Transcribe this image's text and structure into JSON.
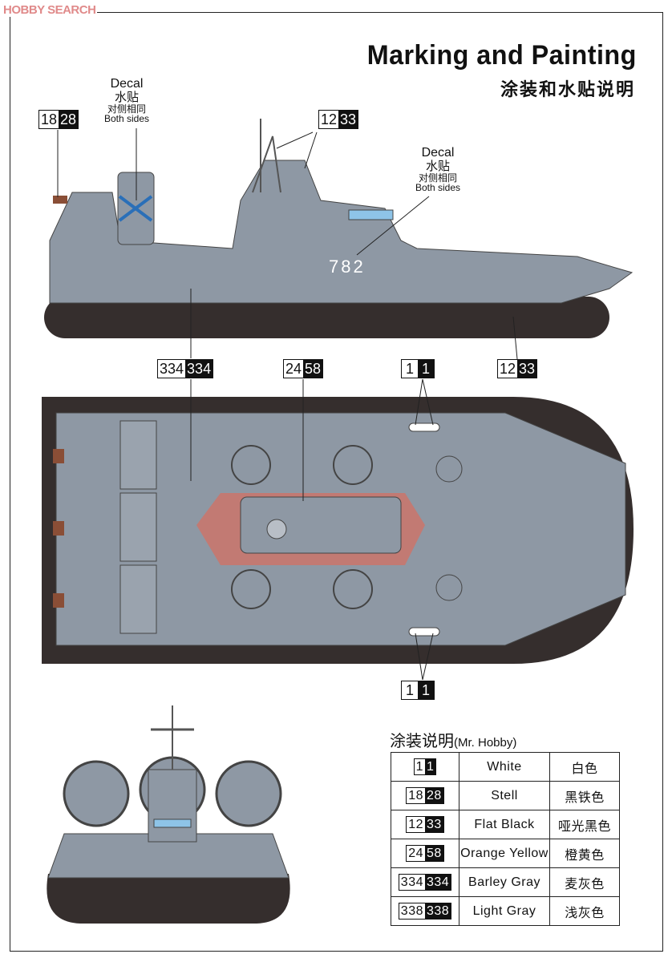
{
  "watermark": "HOBBY SEARCH",
  "title": "Marking and Painting",
  "subtitle": "涂装和水贴说明",
  "side_view": {
    "hull_number": "782",
    "callouts": {
      "stern": {
        "white": "18",
        "black": "28"
      },
      "mast": {
        "white": "12",
        "black": "33"
      },
      "hull": {
        "white": "334",
        "black": "334"
      },
      "deck": {
        "white": "24",
        "black": "58"
      },
      "window": {
        "white": "1",
        "black": "1"
      },
      "skirt": {
        "white": "12",
        "black": "33"
      },
      "bottom": {
        "white": "1",
        "black": "1"
      }
    },
    "decal_1": {
      "en": "Decal",
      "cn": "水贴",
      "cn2": "对侧相同",
      "en2": "Both sides"
    },
    "decal_2": {
      "en": "Decal",
      "cn": "水贴",
      "cn2": "对侧相同",
      "en2": "Both sides"
    }
  },
  "paint_table": {
    "title": "涂装说明",
    "brand": "(Mr. Hobby)",
    "rows": [
      {
        "white": "1",
        "black": "1",
        "en": "White",
        "cn": "白色",
        "color": "#ffffff"
      },
      {
        "white": "18",
        "black": "28",
        "en": "Stell",
        "cn": "黑铁色",
        "color": "#3a3534"
      },
      {
        "white": "12",
        "black": "33",
        "en": "Flat Black",
        "cn": "哑光黑色",
        "color": "#2e2826"
      },
      {
        "white": "24",
        "black": "58",
        "en": "Orange Yellow",
        "cn": "橙黄色",
        "color": "#b56a4a"
      },
      {
        "white": "334",
        "black": "334",
        "en": "Barley Gray",
        "cn": "麦灰色",
        "color": "#8e98a4"
      },
      {
        "white": "338",
        "black": "338",
        "en": "Light Gray",
        "cn": "浅灰色",
        "color": "#b8bec6"
      }
    ]
  }
}
